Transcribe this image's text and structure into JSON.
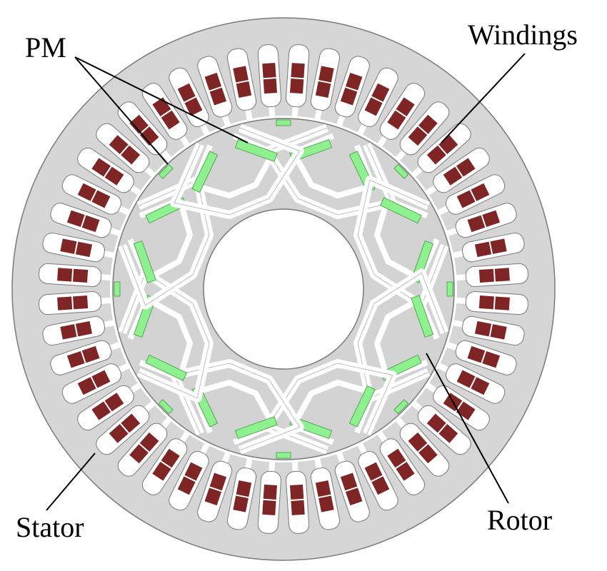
{
  "labels": {
    "pm": "PM",
    "windings": "Windings",
    "stator": "Stator",
    "rotor": "Rotor"
  },
  "machine": {
    "stator_slots": 48,
    "rotor_poles": 8
  },
  "colors": {
    "stator": "#d6d6d6",
    "stator_stroke": "#7a7a7a",
    "slot": "#ffffff",
    "winding": "#7f2525",
    "rotor": "#d3d3d3",
    "magnet": "#8ff08f",
    "magnet_stroke": "#3a9a3a",
    "background": "#ffffff"
  }
}
